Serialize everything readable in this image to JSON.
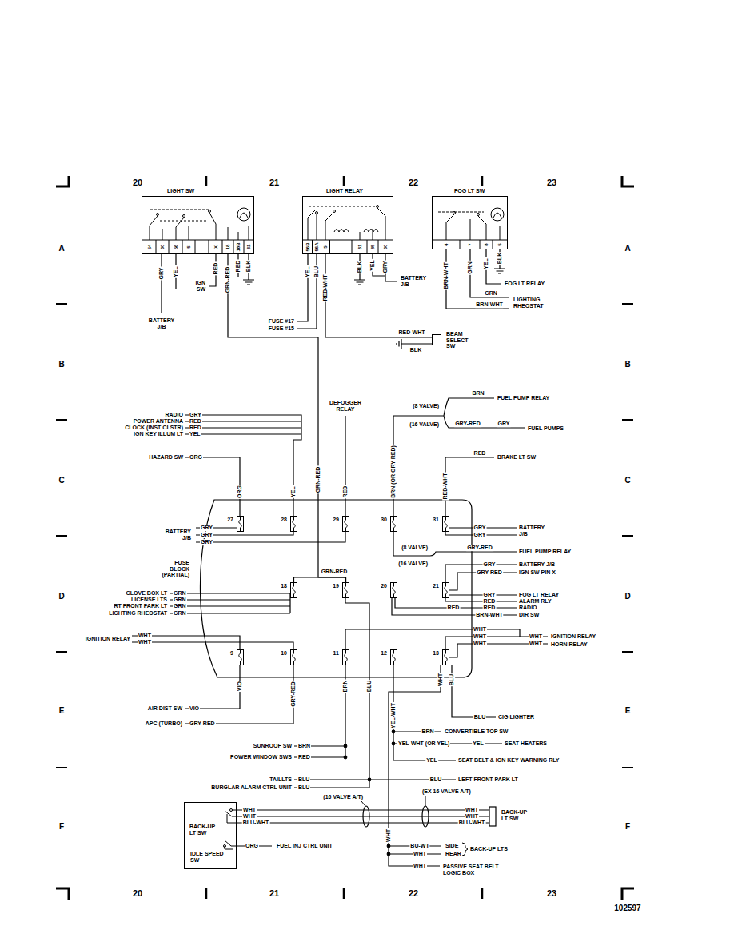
{
  "diagram": {
    "nodes": [
      {
        "text": [
          "LIGHT SW"
        ]
      },
      {
        "text": [
          "LIGHT RELAY"
        ]
      },
      {
        "text": [
          "FOG LT SW"
        ]
      },
      {
        "text": [
          "BEAM SELECT SW"
        ]
      },
      {
        "text": [
          "FUSE BLOCK (PARTIAL)"
        ]
      },
      {
        "text": [
          "27"
        ],
        "in": 4
      },
      {
        "text": [
          "28"
        ],
        "in": 4
      },
      {
        "text": [
          "29"
        ],
        "in": 4
      },
      {
        "text": [
          "30"
        ],
        "in": 4
      },
      {
        "text": [
          "31"
        ],
        "in": 4
      },
      {
        "text": [
          "18"
        ],
        "in": 4
      },
      {
        "text": [
          "19"
        ],
        "in": 4
      },
      {
        "text": [
          "20"
        ],
        "in": 4
      },
      {
        "text": [
          "21"
        ],
        "in": 4
      },
      {
        "text": [
          "9"
        ],
        "in": 4
      },
      {
        "text": [
          "10"
        ],
        "in": 4
      },
      {
        "text": [
          "11"
        ],
        "in": 4
      },
      {
        "text": [
          "12"
        ],
        "in": 4
      },
      {
        "text": [
          "13"
        ],
        "in": 4
      },
      {
        "text": [
          "BACK-UP LT SW",
          "IDLE SPEED SW"
        ]
      }
    ],
    "edges": [
      {
        "from": 0,
        "to": 11,
        "label": "GRN-RED",
        "arrow": "none"
      },
      {
        "from": 10,
        "to": 11,
        "label": "GRN-RED",
        "arrow": "none"
      },
      {
        "from": 1,
        "to": 3,
        "label": "RED-WHT",
        "arrow": "none"
      }
    ],
    "labels": [
      "20",
      "21",
      "22",
      "23",
      "A",
      "A",
      "54",
      "30",
      "56",
      "5",
      "X",
      "18",
      "18B",
      "31",
      "56B",
      "56A",
      "5",
      "31",
      "85",
      "30",
      "4",
      "7",
      "8",
      "5",
      "GRY",
      "YEL",
      "RED",
      "GRN-RED",
      "RED",
      "BLK",
      "IGN SW",
      "BATTERY J/B",
      "YEL",
      "BLU",
      "RED-WHT",
      "BLK",
      "YEL",
      "GRY",
      "BATTERY J/B",
      "FUSE #17",
      "FUSE #15",
      "BLK",
      "BRN-WHT",
      "GRN",
      "YEL",
      "BLK",
      "FOG LT RELAY",
      "GRN",
      "LIGHTING RHEOSTAT",
      "BRN-WHT",
      "B",
      "B",
      "RADIO",
      "GRY",
      "POWER ANTENNA",
      "RED",
      "CLOCK (INST CLSTR)",
      "RED",
      "IGN KEY ILLUM LT",
      "YEL",
      "DEFOGGER RELAY",
      "(8 VALVE)",
      "BRN",
      "FUEL PUMP RELAY",
      "(16 VALVE)",
      "GRY-RED",
      "GRY",
      "FUEL PUMPS",
      "HAZARD SW",
      "ORG",
      "RED",
      "BRAKE LT SW",
      "C",
      "C",
      "ORG",
      "YEL",
      "RED",
      "BRN (OR GRY RED)",
      "RED-WHT",
      "BATTERY J/B",
      "GRY",
      "GRY",
      "GRY",
      "GRY",
      "GRY",
      "BATTERY J/B",
      "(8 VALVE)",
      "(16 VALVE)",
      "GRY-RED",
      "FUEL PUMP RELAY",
      "D",
      "D",
      "GLOVE BOX LT",
      "GRN",
      "LICENSE LTS",
      "GRN",
      "RT FRONT PARK LT",
      "GRN",
      "LIGHTING RHEOSTAT",
      "GRN",
      "GRY",
      "BATTERY J/B",
      "GRY-RED",
      "IGN SW PIN X",
      "GRY",
      "FOG LT RELAY",
      "RED",
      "ALARM RLY",
      "RED",
      "RED",
      "RADIO",
      "BRN-WHT",
      "DIR SW",
      "IGNITION RELAY",
      "WHT",
      "WHT",
      "WHT",
      "WHT",
      "WHT",
      "WHT",
      "WHT",
      "IGNITION RELAY",
      "HORN RELAY",
      "E",
      "E",
      "VIO",
      "GRY-RED",
      "BRN",
      "BLU",
      "YEL-WHT",
      "WHT",
      "BLU",
      "AIR DIST SW",
      "VIO",
      "APC (TURBO)",
      "GRY-RED",
      "BLU",
      "CIG LIGHTER",
      "BRN",
      "CONVERTIBLE TOP SW",
      "YEL-WHT (OR YEL)",
      "YEL",
      "SEAT HEATERS",
      "SUNROOF SW",
      "BRN",
      "POWER WINDOW SWS",
      "RED",
      "YEL",
      "SEAT BELT & IGN KEY WARNING RLY",
      "TAILLTS",
      "BLU",
      "BURGLAR ALARM CTRL UNIT",
      "BLU",
      "BLU",
      "LEFT FRONT PARK LT",
      "(16 VALVE A/T)",
      "(EX 16 VALVE A/T)",
      "F",
      "F",
      "WHT",
      "WHT",
      "BLU-WHT",
      "WHT",
      "WHT",
      "BLU-WHT",
      "BACK-UP LT SW",
      "ORG",
      "FUEL INJ CTRL UNIT",
      "WHT",
      "BU-WT",
      "WHT",
      "SIDE",
      "REAR",
      "BACK-UP LTS",
      "WHT",
      "PASSIVE SEAT BELT LOGIC BOX",
      "20",
      "21",
      "22",
      "23",
      "102597"
    ]
  }
}
